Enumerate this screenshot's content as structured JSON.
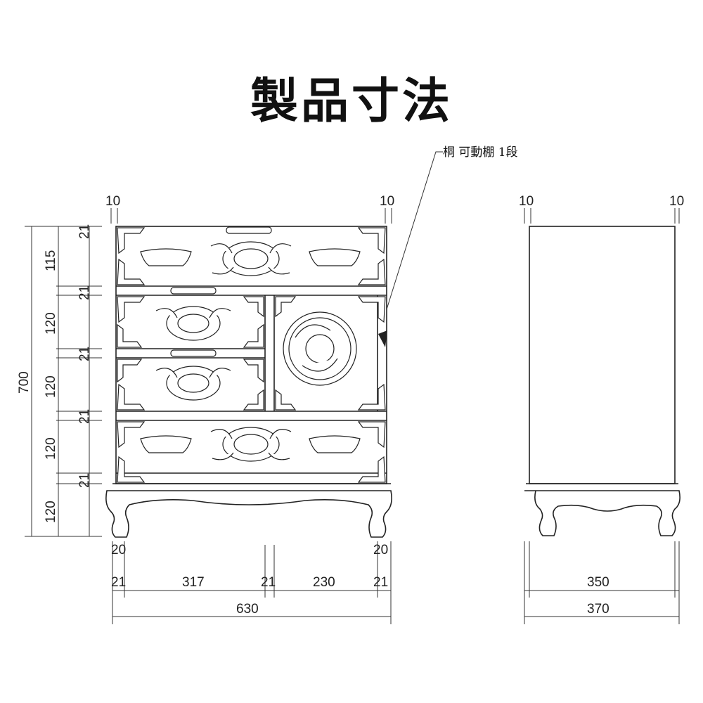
{
  "header": {
    "title": "製品寸法",
    "note": "桐 可動棚 1段"
  },
  "top_dims": {
    "front_left": "10",
    "front_right": "10",
    "side_left": "10",
    "side_right": "10"
  },
  "left_dims": {
    "total": "700",
    "rows": [
      {
        "label": "21",
        "rot": true
      },
      {
        "label": "115",
        "rot": true
      },
      {
        "label": "21",
        "rot": true
      },
      {
        "label": "120",
        "rot": true
      },
      {
        "label": "21",
        "rot": true
      },
      {
        "label": "120",
        "rot": true
      },
      {
        "label": "21",
        "rot": true
      },
      {
        "label": "120",
        "rot": true
      },
      {
        "label": "21",
        "rot": true
      },
      {
        "label": "120",
        "rot": true
      }
    ]
  },
  "bottom_dims": {
    "front": {
      "leg_left": "20",
      "leg_right": "20",
      "seg": [
        "21",
        "317",
        "21",
        "230",
        "21"
      ],
      "total": "630"
    },
    "side": {
      "inner": "350",
      "total": "370"
    }
  }
}
